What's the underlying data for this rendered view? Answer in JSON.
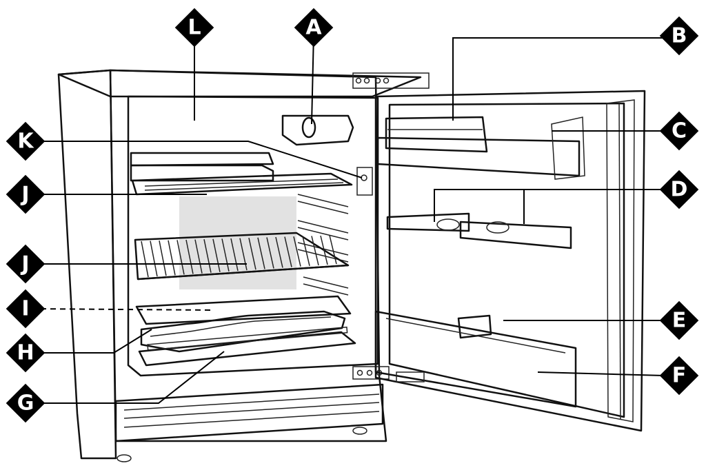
{
  "callouts": [
    {
      "id": "L",
      "text": "L"
    },
    {
      "id": "A",
      "text": "A"
    },
    {
      "id": "B",
      "text": "B"
    },
    {
      "id": "C",
      "text": "C"
    },
    {
      "id": "D",
      "text": "D"
    },
    {
      "id": "K",
      "text": "K"
    },
    {
      "id": "J1",
      "text": "J"
    },
    {
      "id": "J2",
      "text": "J"
    },
    {
      "id": "I",
      "text": "I"
    },
    {
      "id": "H",
      "text": "H"
    },
    {
      "id": "G",
      "text": "G"
    },
    {
      "id": "E",
      "text": "E"
    },
    {
      "id": "F",
      "text": "F"
    }
  ],
  "colors": {
    "marker": "#000000",
    "marker_text": "#ffffff",
    "cabinet_fill": "#e6e6e6",
    "interior_fill": "#f2f2f2",
    "shade": "#cfcfcf"
  }
}
